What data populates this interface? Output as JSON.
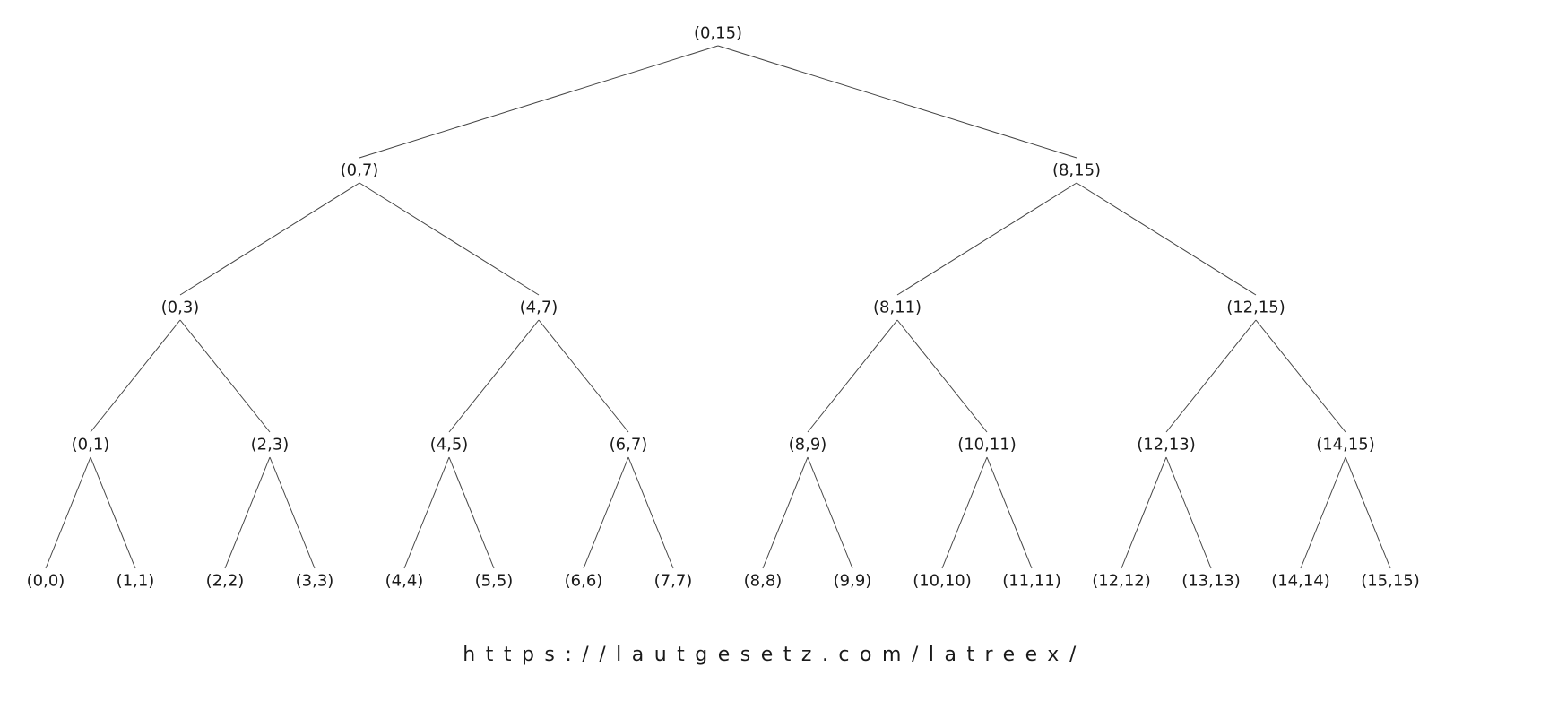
{
  "tree": {
    "label": "(0,15)",
    "children": [
      {
        "label": "(0,7)",
        "children": [
          {
            "label": "(0,3)",
            "children": [
              {
                "label": "(0,1)",
                "children": [
                  {
                    "label": "(0,0)"
                  },
                  {
                    "label": "(1,1)"
                  }
                ]
              },
              {
                "label": "(2,3)",
                "children": [
                  {
                    "label": "(2,2)"
                  },
                  {
                    "label": "(3,3)"
                  }
                ]
              }
            ]
          },
          {
            "label": "(4,7)",
            "children": [
              {
                "label": "(4,5)",
                "children": [
                  {
                    "label": "(4,4)"
                  },
                  {
                    "label": "(5,5)"
                  }
                ]
              },
              {
                "label": "(6,7)",
                "children": [
                  {
                    "label": "(6,6)"
                  },
                  {
                    "label": "(7,7)"
                  }
                ]
              }
            ]
          }
        ]
      },
      {
        "label": "(8,15)",
        "children": [
          {
            "label": "(8,11)",
            "children": [
              {
                "label": "(8,9)",
                "children": [
                  {
                    "label": "(8,8)"
                  },
                  {
                    "label": "(9,9)"
                  }
                ]
              },
              {
                "label": "(10,11)",
                "children": [
                  {
                    "label": "(10,10)"
                  },
                  {
                    "label": "(11,11)"
                  }
                ]
              }
            ]
          },
          {
            "label": "(12,15)",
            "children": [
              {
                "label": "(12,13)",
                "children": [
                  {
                    "label": "(12,12)"
                  },
                  {
                    "label": "(13,13)"
                  }
                ]
              },
              {
                "label": "(14,15)",
                "children": [
                  {
                    "label": "(14,14)"
                  },
                  {
                    "label": "(15,15)"
                  }
                ]
              }
            ]
          }
        ]
      }
    ]
  },
  "footer": {
    "url": "https://lautgesetz.com/latreex/"
  }
}
